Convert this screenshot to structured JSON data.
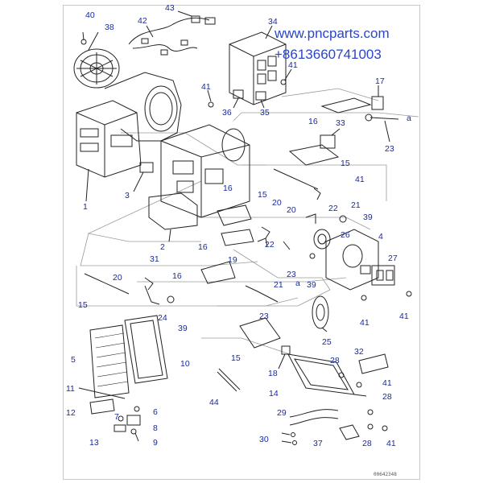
{
  "watermark": {
    "site": "www.pncparts.com",
    "phone": "+8613660741003"
  },
  "drawing_ref": "00642348",
  "callouts": {
    "c40": "40",
    "c38": "38",
    "c42": "42",
    "c43": "43",
    "c34": "34",
    "c41a": "41",
    "c36": "36",
    "c35": "35",
    "c17": "17",
    "a1": "a",
    "c16a": "16",
    "c33": "33",
    "c23a": "23",
    "c1": "1",
    "c3": "3",
    "c15a": "15",
    "c41b": "41",
    "c16b": "16",
    "c15b": "15",
    "c20a": "20",
    "c20b": "20",
    "c22": "22",
    "c39a": "39",
    "c21a": "21",
    "c2": "2",
    "c16c": "16",
    "c22b": "22",
    "c26": "26",
    "c4": "4",
    "c31": "31",
    "c23b": "23",
    "c27": "27",
    "c20c": "20",
    "c16d": "16",
    "c19": "19",
    "c21b": "21",
    "a2": "a",
    "c39b": "39",
    "c15c": "15",
    "c24": "24",
    "c39c": "39",
    "c41c": "41",
    "c41d": "41",
    "c23c": "23",
    "c25": "25",
    "c15d": "15",
    "c5": "5",
    "c10": "10",
    "c32": "32",
    "c28a": "28",
    "c18": "18",
    "c41e": "41",
    "c11": "11",
    "c44": "44",
    "c14": "14",
    "c28b": "28",
    "c12": "12",
    "c6": "6",
    "c29": "29",
    "c7": "7",
    "c8": "8",
    "c13": "13",
    "c9": "9",
    "c30": "30",
    "c37": "37",
    "c28c": "28",
    "c41f": "41"
  },
  "colors": {
    "callout": "#1a2a9a",
    "watermark": "#2b46c8",
    "linework": "#222222",
    "frame": "#c8c8c8"
  }
}
